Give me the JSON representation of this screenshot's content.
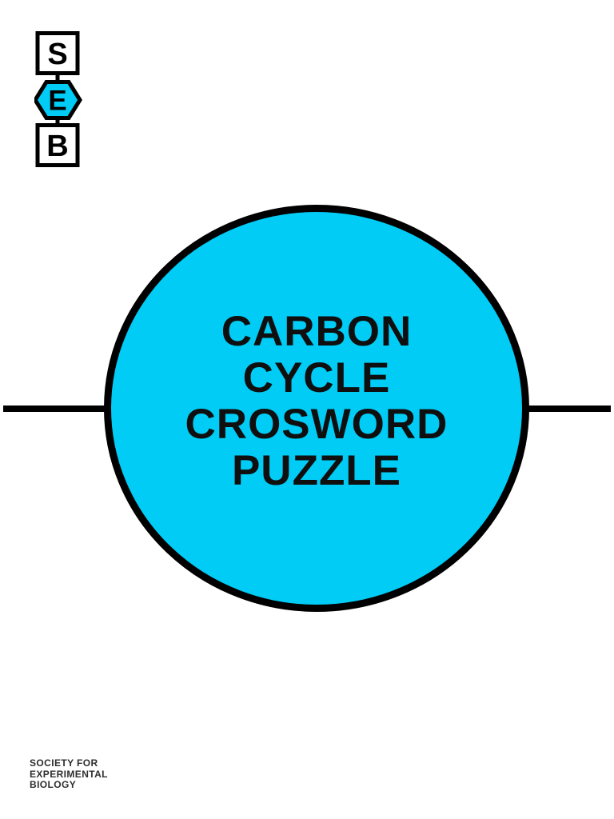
{
  "page": {
    "background": "#ffffff"
  },
  "logo": {
    "name": "SEB logo",
    "letters": [
      "S",
      "E",
      "B"
    ],
    "hexagon_fill": "#00ccf5",
    "outline_color": "#000000"
  },
  "divider": {
    "color": "#000000"
  },
  "title_circle": {
    "fill": "#00ccf5",
    "border_color": "#000000",
    "text_color": "#0f0f0f",
    "lines": [
      "CARBON",
      "CYCLE",
      "CROSWORD",
      "PUZZLE"
    ]
  },
  "footer": {
    "color": "#2e2e2e",
    "lines": [
      "SOCIETY FOR",
      "EXPERIMENTAL",
      "BIOLOGY"
    ]
  }
}
